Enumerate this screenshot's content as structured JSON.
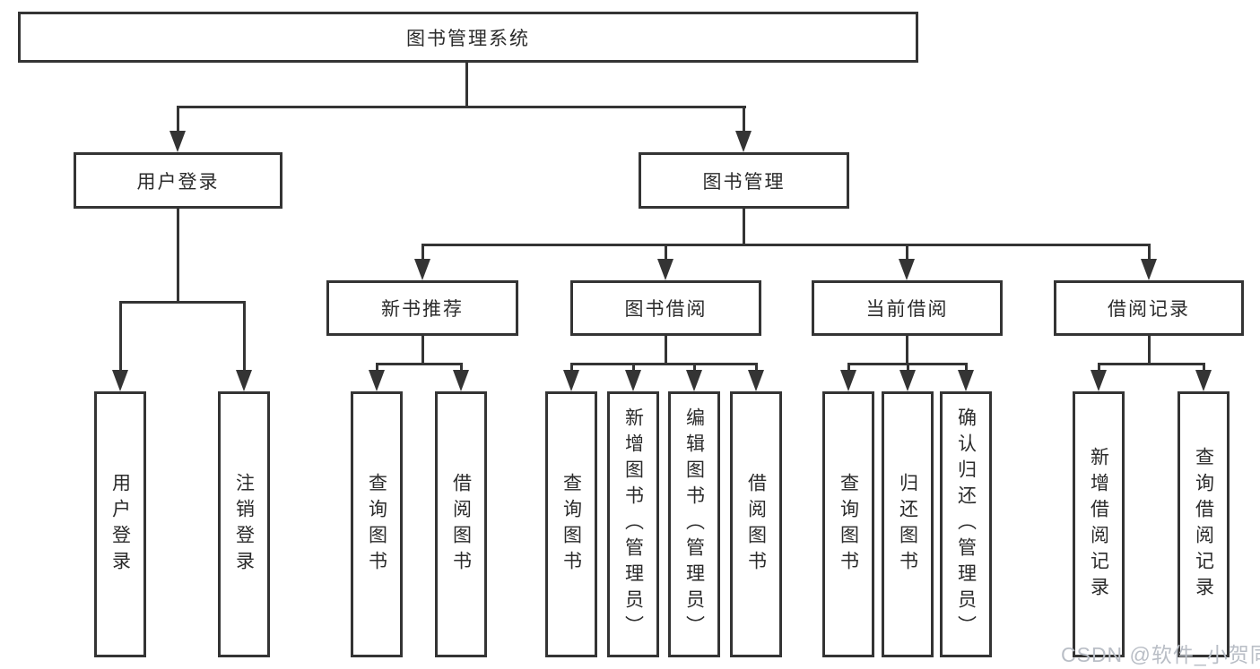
{
  "tree": {
    "label": "图书管理系统",
    "children": [
      {
        "label": "用户登录",
        "children": [
          {
            "label": "用户登录"
          },
          {
            "label": "注销登录"
          }
        ]
      },
      {
        "label": "图书管理",
        "children": [
          {
            "label": "新书推荐",
            "children": [
              {
                "label": "查询图书"
              },
              {
                "label": "借阅图书"
              }
            ]
          },
          {
            "label": "图书借阅",
            "children": [
              {
                "label": "查询图书"
              },
              {
                "label": "新增图书（管理员）"
              },
              {
                "label": "编辑图书（管理员）"
              },
              {
                "label": "借阅图书"
              }
            ]
          },
          {
            "label": "当前借阅",
            "children": [
              {
                "label": "查询图书"
              },
              {
                "label": "归还图书"
              },
              {
                "label": "确认归还（管理员）"
              }
            ]
          },
          {
            "label": "借阅记录",
            "children": [
              {
                "label": "新增借阅记录"
              },
              {
                "label": "查询借阅记录"
              }
            ]
          }
        ]
      }
    ]
  },
  "watermark": {
    "text": "CSDN @软件_小贺同学"
  },
  "colors": {
    "line": "#343434",
    "box_border": "#343434",
    "box_fill": "#ffffff",
    "text": "#2b2b2b",
    "watermark": "#b9bec6",
    "background": "#ffffff"
  }
}
